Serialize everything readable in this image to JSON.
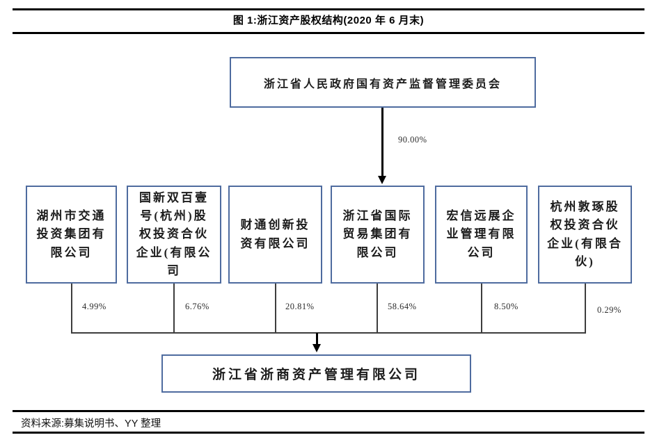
{
  "figure": {
    "title": "图 1:浙江资产股权结构(2020 年 6 月末)",
    "source_note": "资料来源:募集说明书、YY 整理"
  },
  "colors": {
    "box_border": "#4e6b9f",
    "rule": "#000000",
    "connector": "#3d3d3d"
  },
  "parent": {
    "name": "浙江省人民政府国有资产监督管理委员会",
    "ownership_percentage": "90.00%"
  },
  "shareholders": [
    {
      "name": "湖州市交通投资集团有限公司",
      "percentage": "4.99%"
    },
    {
      "name": "国新双百壹号(杭州)股权投资合伙企业(有限公司",
      "percentage": "6.76%"
    },
    {
      "name": "财通创新投资有限公司",
      "percentage": "20.81%"
    },
    {
      "name": "浙江省国际贸易集团有限公司",
      "percentage": "58.64%"
    },
    {
      "name": "宏信远展企业管理有限公司",
      "percentage": "8.50%"
    },
    {
      "name": "杭州敦琢股权投资合伙企业(有限合伙)",
      "percentage": "0.29%"
    }
  ],
  "subject_company": {
    "name": "浙江省浙商资产管理有限公司"
  }
}
